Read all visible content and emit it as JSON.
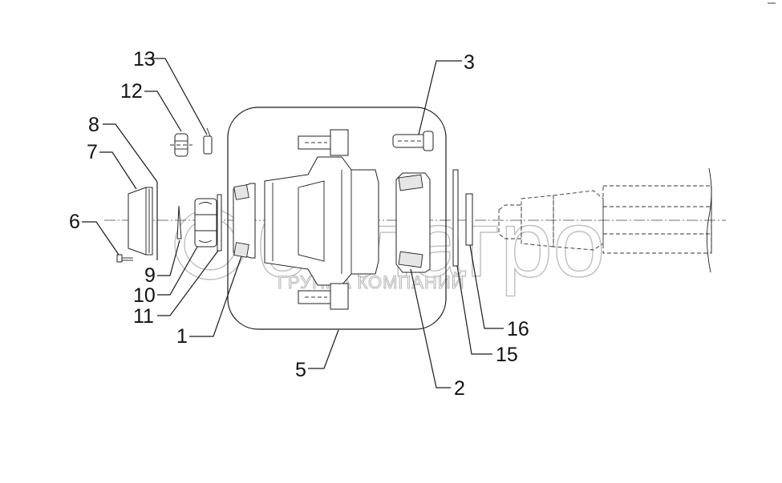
{
  "watermark": {
    "brand": "белагро",
    "subtitle": "ГРУППА КОМПАНИЙ"
  },
  "callouts": [
    {
      "id": "c1",
      "text": "1"
    },
    {
      "id": "c2",
      "text": "2"
    },
    {
      "id": "c3",
      "text": "3"
    },
    {
      "id": "c5",
      "text": "5"
    },
    {
      "id": "c6",
      "text": "6"
    },
    {
      "id": "c7",
      "text": "7"
    },
    {
      "id": "c8",
      "text": "8"
    },
    {
      "id": "c9",
      "text": "9"
    },
    {
      "id": "c10",
      "text": "10"
    },
    {
      "id": "c11",
      "text": "11"
    },
    {
      "id": "c12",
      "text": "12"
    },
    {
      "id": "c13",
      "text": "13"
    },
    {
      "id": "c15",
      "text": "15"
    },
    {
      "id": "c16",
      "text": "16"
    }
  ]
}
